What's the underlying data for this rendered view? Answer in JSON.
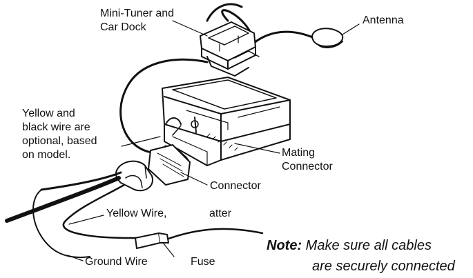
{
  "labels": {
    "mini_tuner_line1": "Mini-Tuner and",
    "mini_tuner_line2": "Car Dock",
    "antenna": "Antenna",
    "optional_line1": "Yellow and",
    "optional_line2": "black wire are",
    "optional_line3": "optional, based",
    "optional_line4": "on model.",
    "mating_line1": "Mating",
    "mating_line2": "Connector",
    "connector": "Connector",
    "yellow_wire": "Yellow Wire,",
    "battery_fragment": "atter",
    "ground_wire": "Ground Wire",
    "fuse": "Fuse"
  },
  "note": {
    "prefix": "Note:",
    "line1": "Make sure all cables",
    "line2": "are securely connected"
  }
}
